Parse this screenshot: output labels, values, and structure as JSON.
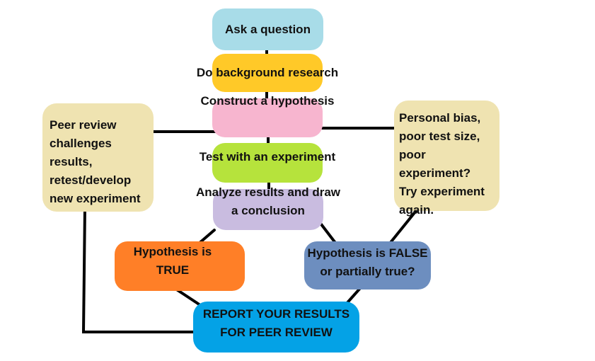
{
  "steps": {
    "ask": "Ask a question",
    "research": "Do background research",
    "hypothesis": "Construct a hypothesis",
    "test": "Test with an experiment",
    "analyze": "Analyze results and draw\na conclusion",
    "true": "Hypothesis is\nTRUE",
    "false": "Hypothesis is FALSE\nor partially true?",
    "report": "REPORT YOUR RESULTS\nFOR PEER REVIEW"
  },
  "notes": {
    "peer_review": "Peer review\nchallenges results,\nretest/develop\nnew experiment",
    "bias": "Personal bias,\npoor test size,\npoor experiment?\nTry experiment\nagain."
  },
  "colors": {
    "ask": "#a8dce8",
    "research": "#ffc928",
    "hypothesis": "#f7b5cf",
    "test": "#b6e33c",
    "analyze": "#c9bce0",
    "true": "#ff7f27",
    "false": "#6d8ebf",
    "report": "#04a2e6",
    "notes": "#efe3b1",
    "connector": "#000000"
  }
}
